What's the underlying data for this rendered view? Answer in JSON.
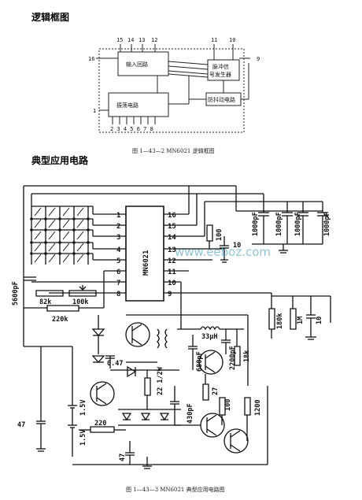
{
  "section1_title": "逻辑框图",
  "block_diagram": {
    "input_block": "输入回路",
    "pulse_block_line1": "脉冲信",
    "pulse_block_line2": "号发生器",
    "osc_block": "振荡电路",
    "debounce_block": "防抖动电路",
    "pins_top_left": [
      "15",
      "14",
      "13",
      "12"
    ],
    "pins_top_right": [
      "11",
      "10"
    ],
    "pin_left": "16",
    "pin_right": "9",
    "pin_osc_left": "1",
    "pins_bottom": "2 3 4 5 6 7 8",
    "caption": "图 1—43—2  MN6021 逻辑框图"
  },
  "section2_title": "典型应用电路",
  "circuit": {
    "chip_name": "MN6021",
    "left_pins": [
      "1",
      "2",
      "3",
      "4",
      "5",
      "6",
      "7",
      "8"
    ],
    "right_pins": [
      "16",
      "15",
      "14",
      "13",
      "12",
      "11",
      "10",
      "9"
    ],
    "components": {
      "c_5600p": "5600pF",
      "r_82k": "82k",
      "r_100k_pot": "100k",
      "r_220k": "220k",
      "c_1000p_a": "1000pF",
      "c_1000p_b": "1000pF",
      "c_1000p_c": "1000pF",
      "c_1000p_d": "1000pF",
      "r_100": "100",
      "c_10": "10",
      "r_180k": "180k",
      "r_1m": "1M",
      "c_10_out": "10",
      "l_33uh": "33μH",
      "c_680p": "680pF",
      "c_2200p": "2200pF",
      "r_18k": "18k",
      "c_047": "0.47",
      "r_22": "22 1/2W",
      "c_430p": "430pF",
      "r_27": "27",
      "r_100b": "100",
      "r_1200": "1200",
      "c_47": "47",
      "bat_1": "1.5V",
      "bat_2": "1.5V",
      "r_220": "220",
      "c_47b": "47"
    },
    "caption": "图 1—43—3  MN6021 典型应用电路图"
  },
  "watermark": "www.eeboz.com"
}
